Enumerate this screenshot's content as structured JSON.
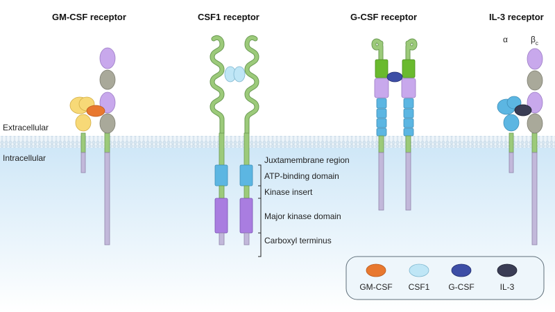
{
  "titles": {
    "gmcsf": "GM-CSF receptor",
    "csf1": "CSF1 receptor",
    "gcsf": "G-CSF receptor",
    "il3": "IL-3 receptor"
  },
  "regions": {
    "extracellular": "Extracellular",
    "intracellular": "Intracellular"
  },
  "il3_subunits": {
    "alpha": "α",
    "beta": "β",
    "beta_sub": "c"
  },
  "domain_labels": [
    "Juxtamembrane region",
    "ATP-binding domain",
    "Kinase insert",
    "Major kinase domain",
    "Carboxyl terminus"
  ],
  "legend": [
    {
      "label": "GM-CSF",
      "color": "#e8782f"
    },
    {
      "label": "CSF1",
      "color": "#bfe6f6"
    },
    {
      "label": "G-CSF",
      "color": "#3d4ea6"
    },
    {
      "label": "IL-3",
      "color": "#3a3d55"
    }
  ],
  "colors": {
    "green": "#9cca7a",
    "green_dark": "#6aa849",
    "purple": "#c8a8ec",
    "purple_dark": "#9b6fd6",
    "grey": "#a9a99a",
    "blue": "#5cb6e2",
    "yellow": "#f7d977",
    "tail": "#c2b8da"
  }
}
